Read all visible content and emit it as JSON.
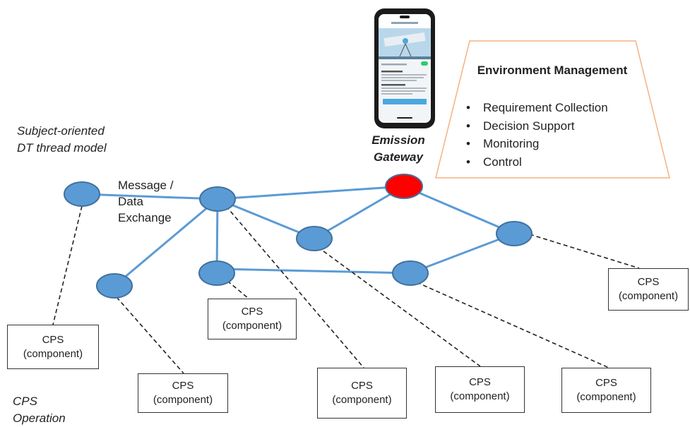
{
  "title_left": [
    "Subject-oriented",
    "DT thread model"
  ],
  "message_label": [
    "Message /",
    "Data",
    "Exchange"
  ],
  "gateway_label": [
    "Emission",
    "Gateway"
  ],
  "operation_label": [
    "CPS",
    "Operation"
  ],
  "environment": {
    "title": "Environment Management",
    "items": [
      "Requirement Collection",
      "Decision Support",
      "Monitoring",
      "Control"
    ]
  },
  "components": [
    {
      "line1": "CPS",
      "line2": "(component)"
    },
    {
      "line1": "CPS",
      "line2": "(component)"
    },
    {
      "line1": "CPS",
      "line2": "(component)"
    },
    {
      "line1": "CPS",
      "line2": "(component)"
    },
    {
      "line1": "CPS",
      "line2": "(component)"
    },
    {
      "line1": "CPS",
      "line2": "(component)"
    },
    {
      "line1": "CPS",
      "line2": "(component)"
    }
  ],
  "colors": {
    "node": "#5b9bd5",
    "node_border": "#41719c",
    "gateway": "#ff0000",
    "link": "#5b9bd5",
    "trapezoid": "#f4b183"
  }
}
